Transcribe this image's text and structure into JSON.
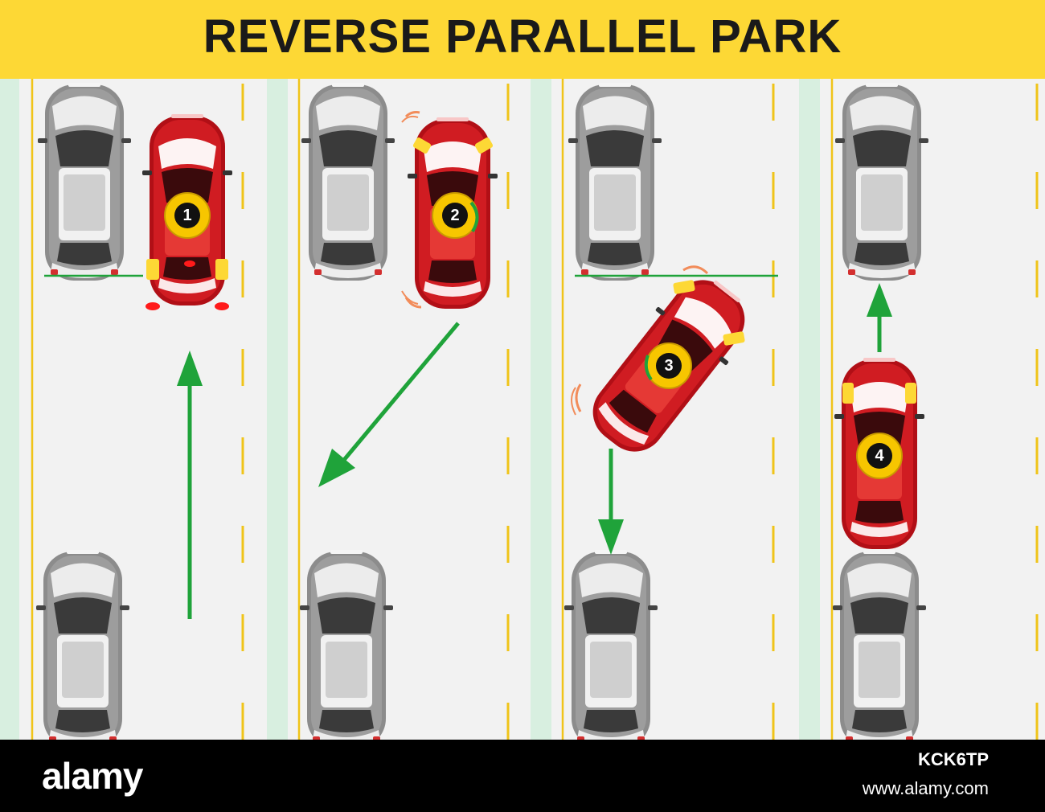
{
  "title": "REVERSE PARALLEL PARK",
  "steps": [
    {
      "label": "1"
    },
    {
      "label": "2"
    },
    {
      "label": "3"
    },
    {
      "label": "4"
    }
  ],
  "footer": {
    "brand": "alamy",
    "stock_id": "KCK6TP",
    "site": "www.alamy.com"
  },
  "colors": {
    "header": "#fdd835",
    "road": "#f2f2f2",
    "curb": "#d8efe0",
    "lane_line": "#f0c419",
    "arrow": "#1fa33a",
    "driver_car": "#c9141b",
    "parked_car": "#8a8a8a",
    "footer": "#000000"
  }
}
